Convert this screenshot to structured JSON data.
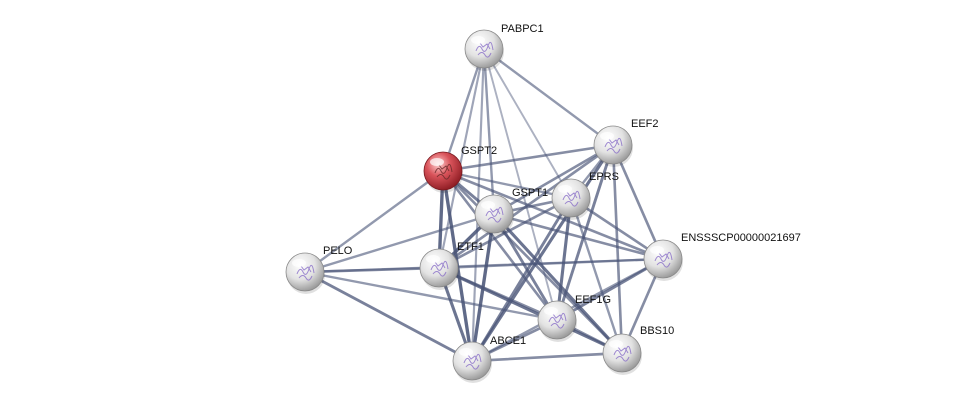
{
  "network": {
    "nodes": [
      {
        "id": "PABPC1",
        "label": "PABPC1",
        "color": "grey",
        "icon": "protein-structure-icon"
      },
      {
        "id": "EEF2",
        "label": "EEF2",
        "color": "grey",
        "icon": "protein-structure-icon"
      },
      {
        "id": "GSPT2",
        "label": "GSPT2",
        "color": "red",
        "icon": "protein-structure-icon"
      },
      {
        "id": "EPRS",
        "label": "EPRS",
        "color": "grey",
        "icon": "protein-structure-icon"
      },
      {
        "id": "GSPT1",
        "label": "GSPT1",
        "color": "grey",
        "icon": "protein-structure-icon"
      },
      {
        "id": "ENSSSCP00000021697",
        "label": "ENSSSCP00000021697",
        "color": "grey",
        "icon": "protein-structure-icon"
      },
      {
        "id": "PELO",
        "label": "PELO",
        "color": "grey",
        "icon": "protein-structure-icon"
      },
      {
        "id": "ETF1",
        "label": "ETF1",
        "color": "grey",
        "icon": "protein-structure-icon"
      },
      {
        "id": "EEF1G",
        "label": "EEF1G",
        "color": "grey",
        "icon": "protein-structure-icon"
      },
      {
        "id": "BBS10",
        "label": "BBS10",
        "color": "grey",
        "icon": "protein-structure-icon"
      },
      {
        "id": "ABCE1",
        "label": "ABCE1",
        "color": "grey",
        "icon": "protein-structure-icon"
      }
    ],
    "edges": [
      {
        "source": "PABPC1",
        "target": "GSPT2",
        "strength": 0.5
      },
      {
        "source": "PABPC1",
        "target": "GSPT1",
        "strength": 0.5
      },
      {
        "source": "PABPC1",
        "target": "EEF2",
        "strength": 0.5
      },
      {
        "source": "PABPC1",
        "target": "ETF1",
        "strength": 0.4
      },
      {
        "source": "PABPC1",
        "target": "EPRS",
        "strength": 0.3
      },
      {
        "source": "PABPC1",
        "target": "EEF1G",
        "strength": 0.3
      },
      {
        "source": "PABPC1",
        "target": "ABCE1",
        "strength": 0.4
      },
      {
        "source": "GSPT2",
        "target": "EEF2",
        "strength": 0.6
      },
      {
        "source": "GSPT2",
        "target": "EPRS",
        "strength": 0.5
      },
      {
        "source": "GSPT2",
        "target": "GSPT1",
        "strength": 0.7
      },
      {
        "source": "GSPT2",
        "target": "ENSSSCP00000021697",
        "strength": 0.6
      },
      {
        "source": "GSPT2",
        "target": "PELO",
        "strength": 0.5
      },
      {
        "source": "GSPT2",
        "target": "ETF1",
        "strength": 0.9
      },
      {
        "source": "GSPT2",
        "target": "EEF1G",
        "strength": 0.6
      },
      {
        "source": "GSPT2",
        "target": "BBS10",
        "strength": 0.6
      },
      {
        "source": "GSPT2",
        "target": "ABCE1",
        "strength": 0.9
      },
      {
        "source": "EEF2",
        "target": "GSPT1",
        "strength": 0.6
      },
      {
        "source": "EEF2",
        "target": "EPRS",
        "strength": 0.5
      },
      {
        "source": "EEF2",
        "target": "ENSSSCP00000021697",
        "strength": 0.6
      },
      {
        "source": "EEF2",
        "target": "ETF1",
        "strength": 0.6
      },
      {
        "source": "EEF2",
        "target": "EEF1G",
        "strength": 0.7
      },
      {
        "source": "EEF2",
        "target": "BBS10",
        "strength": 0.6
      },
      {
        "source": "EEF2",
        "target": "ABCE1",
        "strength": 0.8
      },
      {
        "source": "EPRS",
        "target": "GSPT1",
        "strength": 0.6
      },
      {
        "source": "EPRS",
        "target": "ENSSSCP00000021697",
        "strength": 0.6
      },
      {
        "source": "EPRS",
        "target": "ETF1",
        "strength": 0.6
      },
      {
        "source": "EPRS",
        "target": "EEF1G",
        "strength": 0.8
      },
      {
        "source": "EPRS",
        "target": "BBS10",
        "strength": 0.5
      },
      {
        "source": "EPRS",
        "target": "ABCE1",
        "strength": 0.7
      },
      {
        "source": "GSPT1",
        "target": "ENSSSCP00000021697",
        "strength": 0.6
      },
      {
        "source": "GSPT1",
        "target": "PELO",
        "strength": 0.5
      },
      {
        "source": "GSPT1",
        "target": "ETF1",
        "strength": 0.9
      },
      {
        "source": "GSPT1",
        "target": "EEF1G",
        "strength": 0.7
      },
      {
        "source": "GSPT1",
        "target": "BBS10",
        "strength": 0.8
      },
      {
        "source": "GSPT1",
        "target": "ABCE1",
        "strength": 0.9
      },
      {
        "source": "ENSSSCP00000021697",
        "target": "ETF1",
        "strength": 0.5
      },
      {
        "source": "ENSSSCP00000021697",
        "target": "EEF1G",
        "strength": 0.7
      },
      {
        "source": "ENSSSCP00000021697",
        "target": "BBS10",
        "strength": 0.6
      },
      {
        "source": "ENSSSCP00000021697",
        "target": "ABCE1",
        "strength": 0.5
      },
      {
        "source": "PELO",
        "target": "ETF1",
        "strength": 0.6
      },
      {
        "source": "PELO",
        "target": "ABCE1",
        "strength": 0.7
      },
      {
        "source": "PELO",
        "target": "EEF1G",
        "strength": 0.5
      },
      {
        "source": "PELO",
        "target": "ENSSSCP00000021697",
        "strength": 0.4
      },
      {
        "source": "ETF1",
        "target": "EEF1G",
        "strength": 0.6
      },
      {
        "source": "ETF1",
        "target": "BBS10",
        "strength": 0.8
      },
      {
        "source": "ETF1",
        "target": "ABCE1",
        "strength": 0.8
      },
      {
        "source": "EEF1G",
        "target": "BBS10",
        "strength": 0.6
      },
      {
        "source": "EEF1G",
        "target": "ABCE1",
        "strength": 0.6
      },
      {
        "source": "BBS10",
        "target": "ABCE1",
        "strength": 0.6
      }
    ]
  },
  "colors": {
    "background": "#ffffff",
    "edge": "#4a5578",
    "node_grey_light": "#ffffff",
    "node_grey_mid": "#e4e4e4",
    "node_grey_dark": "#9a9a9a",
    "node_red_light": "#ffd0d0",
    "node_red_mid": "#d9535a",
    "node_red_dark": "#8f1d24",
    "label": "#111111"
  }
}
